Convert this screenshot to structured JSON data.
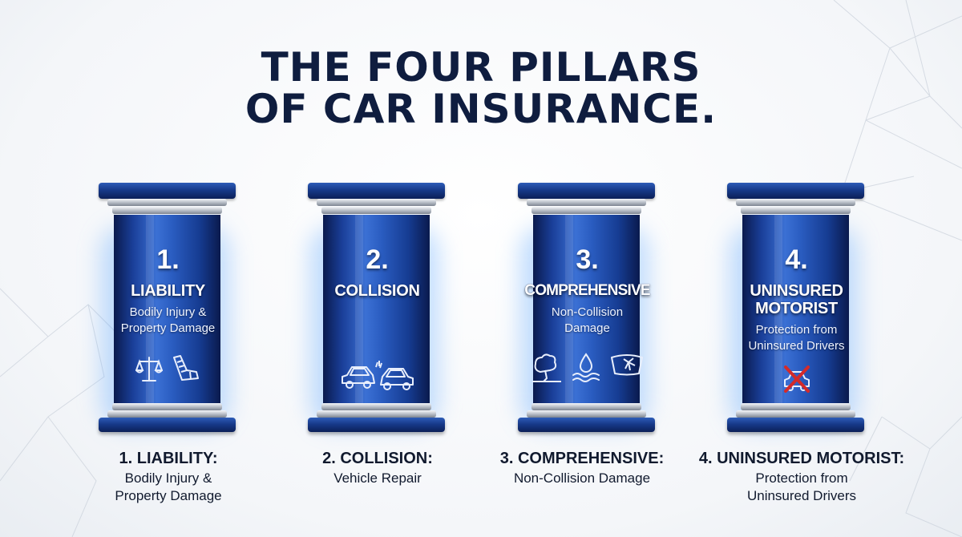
{
  "title": {
    "line1": "THE FOUR PILLARS",
    "line2": "OF CAR INSURANCE."
  },
  "pillars": [
    {
      "number": "1.",
      "name": "LIABILITY",
      "description": "Bodily Injury & Property Damage",
      "icons": [
        "scales-icon",
        "injured-arm-icon"
      ],
      "caption_title": "1. LIABILITY:",
      "caption_desc_line1": "Bodily Injury &",
      "caption_desc_line2": "Property Damage"
    },
    {
      "number": "2.",
      "name": "COLLISION",
      "description": "",
      "icons": [
        "car-crash-icon"
      ],
      "caption_title": "2. COLLISION:",
      "caption_desc_line1": "Vehicle Repair",
      "caption_desc_line2": ""
    },
    {
      "number": "3.",
      "name": "COMPREHENSIVE",
      "description": "Non-Collision Damage",
      "icons": [
        "fallen-tree-icon",
        "flood-icon",
        "broken-windshield-icon"
      ],
      "caption_title": "3. COMPREHENSIVE:",
      "caption_desc_line1": "Non-Collision Damage",
      "caption_desc_line2": ""
    },
    {
      "number": "4.",
      "name": "UNINSURED MOTORIST",
      "description": "Protection from Uninsured Drivers",
      "icons": [
        "crossed-out-car-icon"
      ],
      "caption_title": "4. UNINSURED MOTORIST:",
      "caption_desc_line1": "Protection from",
      "caption_desc_line2": "Uninsured Drivers"
    }
  ],
  "colors": {
    "title": "#0f1d3f",
    "pillar_blue": "#1a3f99",
    "cross_red": "#d32a2a"
  }
}
